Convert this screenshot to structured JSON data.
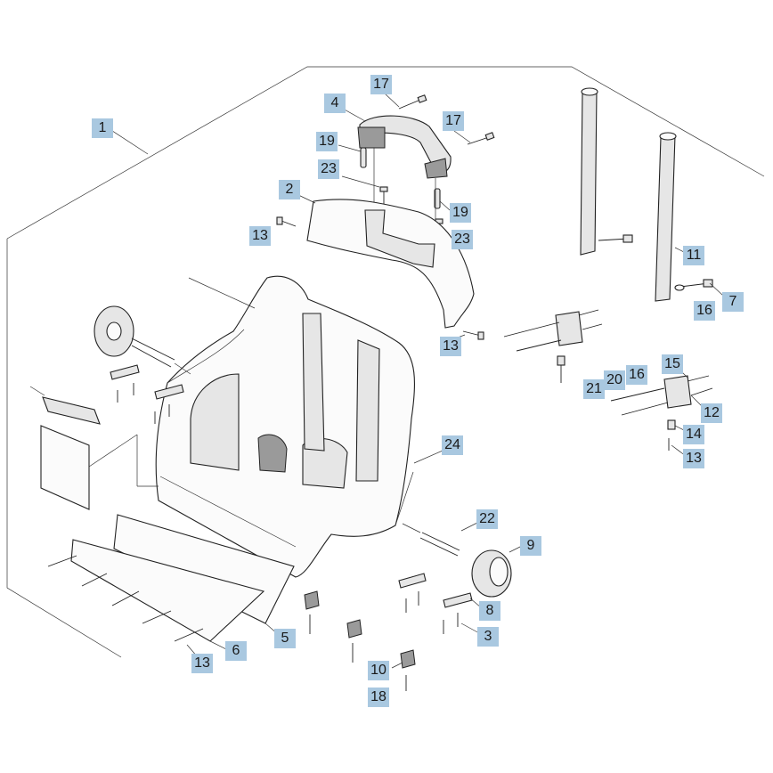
{
  "callouts": [
    {
      "id": "c1",
      "label": "1"
    },
    {
      "id": "c2",
      "label": "2"
    },
    {
      "id": "c3",
      "label": "3"
    },
    {
      "id": "c4",
      "label": "4"
    },
    {
      "id": "c5",
      "label": "5"
    },
    {
      "id": "c6",
      "label": "6"
    },
    {
      "id": "c7",
      "label": "7"
    },
    {
      "id": "c8",
      "label": "8"
    },
    {
      "id": "c9",
      "label": "9"
    },
    {
      "id": "c10",
      "label": "10"
    },
    {
      "id": "c11",
      "label": "11"
    },
    {
      "id": "c12",
      "label": "12"
    },
    {
      "id": "c13a",
      "label": "13"
    },
    {
      "id": "c13b",
      "label": "13"
    },
    {
      "id": "c13c",
      "label": "13"
    },
    {
      "id": "c13d",
      "label": "13"
    },
    {
      "id": "c14",
      "label": "14"
    },
    {
      "id": "c15",
      "label": "15"
    },
    {
      "id": "c16a",
      "label": "16"
    },
    {
      "id": "c16b",
      "label": "16"
    },
    {
      "id": "c17a",
      "label": "17"
    },
    {
      "id": "c17b",
      "label": "17"
    },
    {
      "id": "c18",
      "label": "18"
    },
    {
      "id": "c19a",
      "label": "19"
    },
    {
      "id": "c19b",
      "label": "19"
    },
    {
      "id": "c20",
      "label": "20"
    },
    {
      "id": "c21",
      "label": "21"
    },
    {
      "id": "c22",
      "label": "22"
    },
    {
      "id": "c23a",
      "label": "23"
    },
    {
      "id": "c23b",
      "label": "23"
    },
    {
      "id": "c24",
      "label": "24"
    }
  ],
  "colors": {
    "callout_bg": "#a9c8e0",
    "line": "#222222"
  }
}
